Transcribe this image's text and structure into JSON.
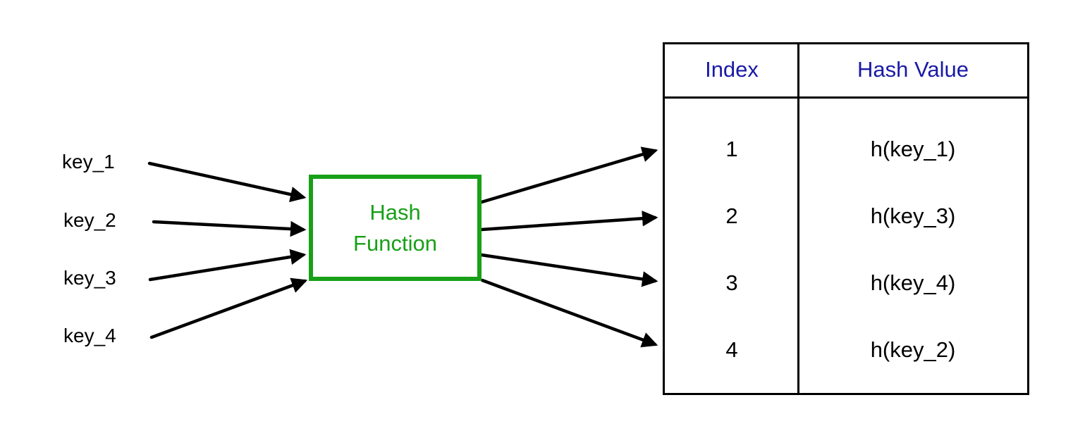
{
  "diagram": {
    "title_semantic": "hash function mapping keys to table indices",
    "keys": [
      "key_1",
      "key_2",
      "key_3",
      "key_4"
    ],
    "hash_box": {
      "label": "Hash Function",
      "lines": [
        "Hash",
        "Function"
      ]
    },
    "table": {
      "headers": [
        "Index",
        "Hash Value"
      ],
      "rows": [
        {
          "index": "1",
          "value": "h(key_1)"
        },
        {
          "index": "2",
          "value": "h(key_3)"
        },
        {
          "index": "3",
          "value": "h(key_4)"
        },
        {
          "index": "4",
          "value": "h(key_2)"
        }
      ]
    },
    "colors": {
      "box_and_label_green": "#18a018",
      "table_header_blue": "#1a1aa6",
      "arrow_and_text_black": "#000000",
      "background": "#ffffff"
    }
  }
}
